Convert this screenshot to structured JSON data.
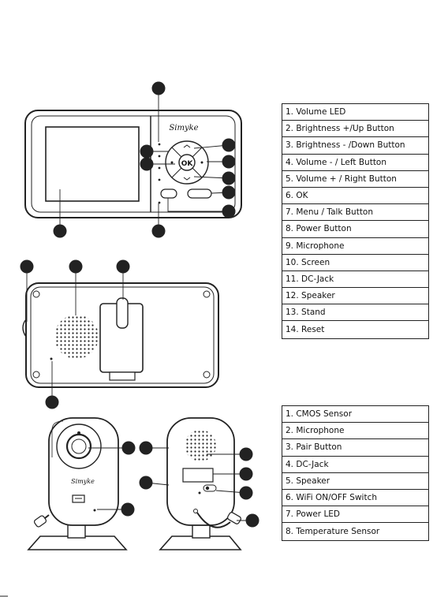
{
  "brand": "Simyke",
  "monitor": {
    "ok_label": "OK",
    "parts": [
      "1. Volume LED",
      "2. Brightness +/Up  Button",
      "3. Brightness - /Down  Button",
      "4. Volume - / Left Button",
      "5. Volume + / Right Button",
      "6. OK",
      "7. Menu / Talk Button",
      "8. Power Button",
      "9. Microphone",
      "10. Screen",
      "11. DC-Jack",
      "12. Speaker",
      "13. Stand",
      "14. Reset"
    ]
  },
  "camera": {
    "parts": [
      "1. CMOS  Sensor",
      "2. Microphone",
      "3. Pair Button",
      "4. DC-Jack",
      "5. Speaker",
      "6. WiFi ON/OFF Switch",
      "7. Power LED",
      "8. Temperature Sensor"
    ]
  }
}
